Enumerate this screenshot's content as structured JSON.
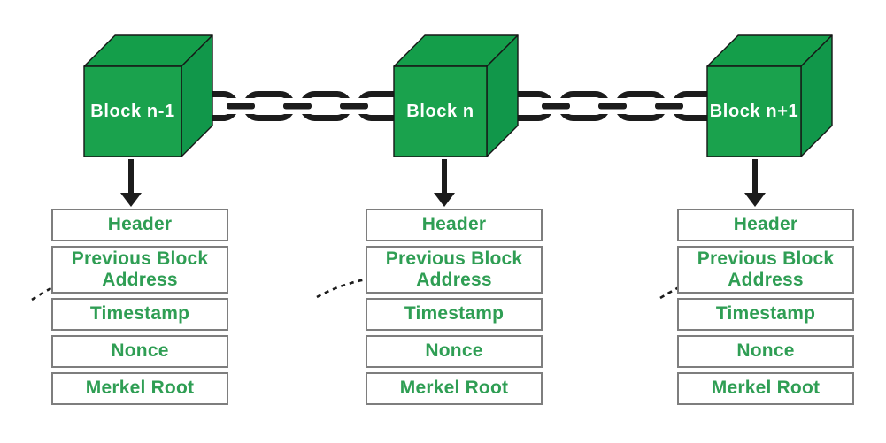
{
  "diagram": {
    "type": "blockchain-structure",
    "blocks": [
      {
        "label": "Block n-1",
        "fields": [
          "Header",
          "Previous Block Address",
          "Timestamp",
          "Nonce",
          "Merkel Root"
        ]
      },
      {
        "label": "Block n",
        "fields": [
          "Header",
          "Previous Block Address",
          "Timestamp",
          "Nonce",
          "Merkel Root"
        ]
      },
      {
        "label": "Block n+1",
        "fields": [
          "Header",
          "Previous Block Address",
          "Timestamp",
          "Nonce",
          "Merkel Root"
        ]
      }
    ],
    "icons": {
      "chain": "chain-link-icon",
      "down_arrow": "down-arrow-icon",
      "prev_address_pointer": "dashed-curved-arrow-icon",
      "block": "cube-3d-icon"
    },
    "colors": {
      "cube_top": "#149e4a",
      "cube_front": "#1aa24d",
      "cube_side": "#11974a",
      "cube_label_text": "#ffffff",
      "field_text": "#2f9e54",
      "box_border": "#7e7e7e",
      "ink": "#1c1c1c",
      "background": "#ffffff"
    }
  }
}
